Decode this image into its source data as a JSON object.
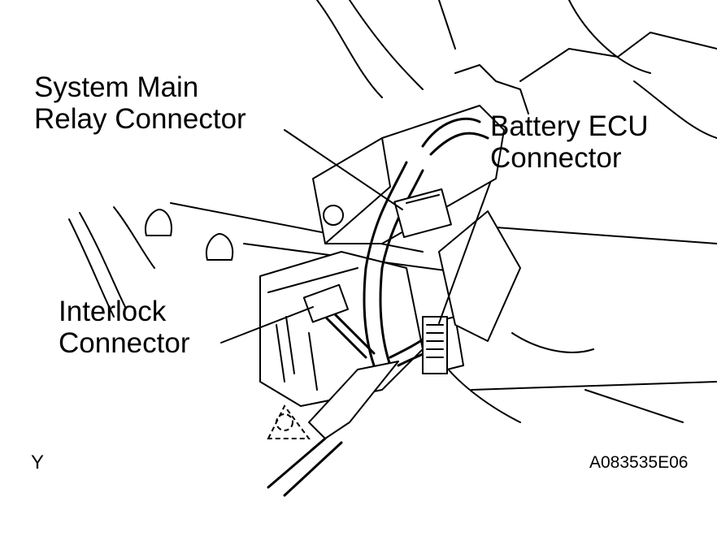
{
  "labels": {
    "system_main_relay_line1": "System Main",
    "system_main_relay_line2": "Relay Connector",
    "battery_ecu_line1": "Battery ECU",
    "battery_ecu_line2": "Connector",
    "interlock_line1": "Interlock",
    "interlock_line2": "Connector"
  },
  "view_letter": "Y",
  "figure_code": "A083535E06"
}
